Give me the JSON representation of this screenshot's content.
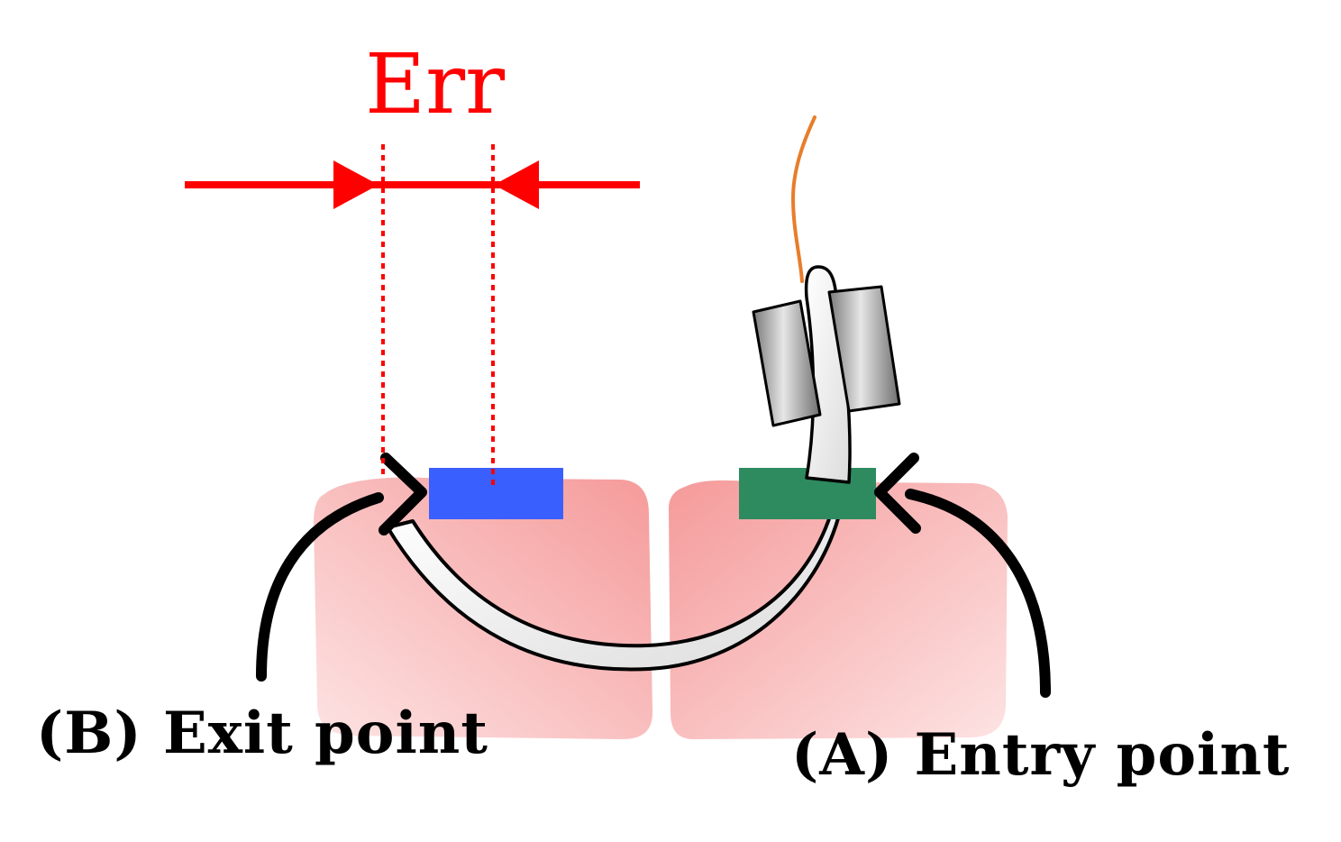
{
  "diagram": {
    "error_label": "Err",
    "exit_label": "(B) Exit point",
    "entry_label": "(A) Entry point",
    "colors": {
      "error": "#ff0000",
      "exit_marker": "#3a5fff",
      "entry_marker": "#2e8b5f",
      "tissue": "#f6a3a3",
      "suture": "#e87d2a",
      "needle": "#f2f2f2",
      "arrow": "#000000"
    },
    "icons": {
      "needle_holder": "needle-holder-icon",
      "curved_needle": "curved-needle-icon"
    }
  }
}
